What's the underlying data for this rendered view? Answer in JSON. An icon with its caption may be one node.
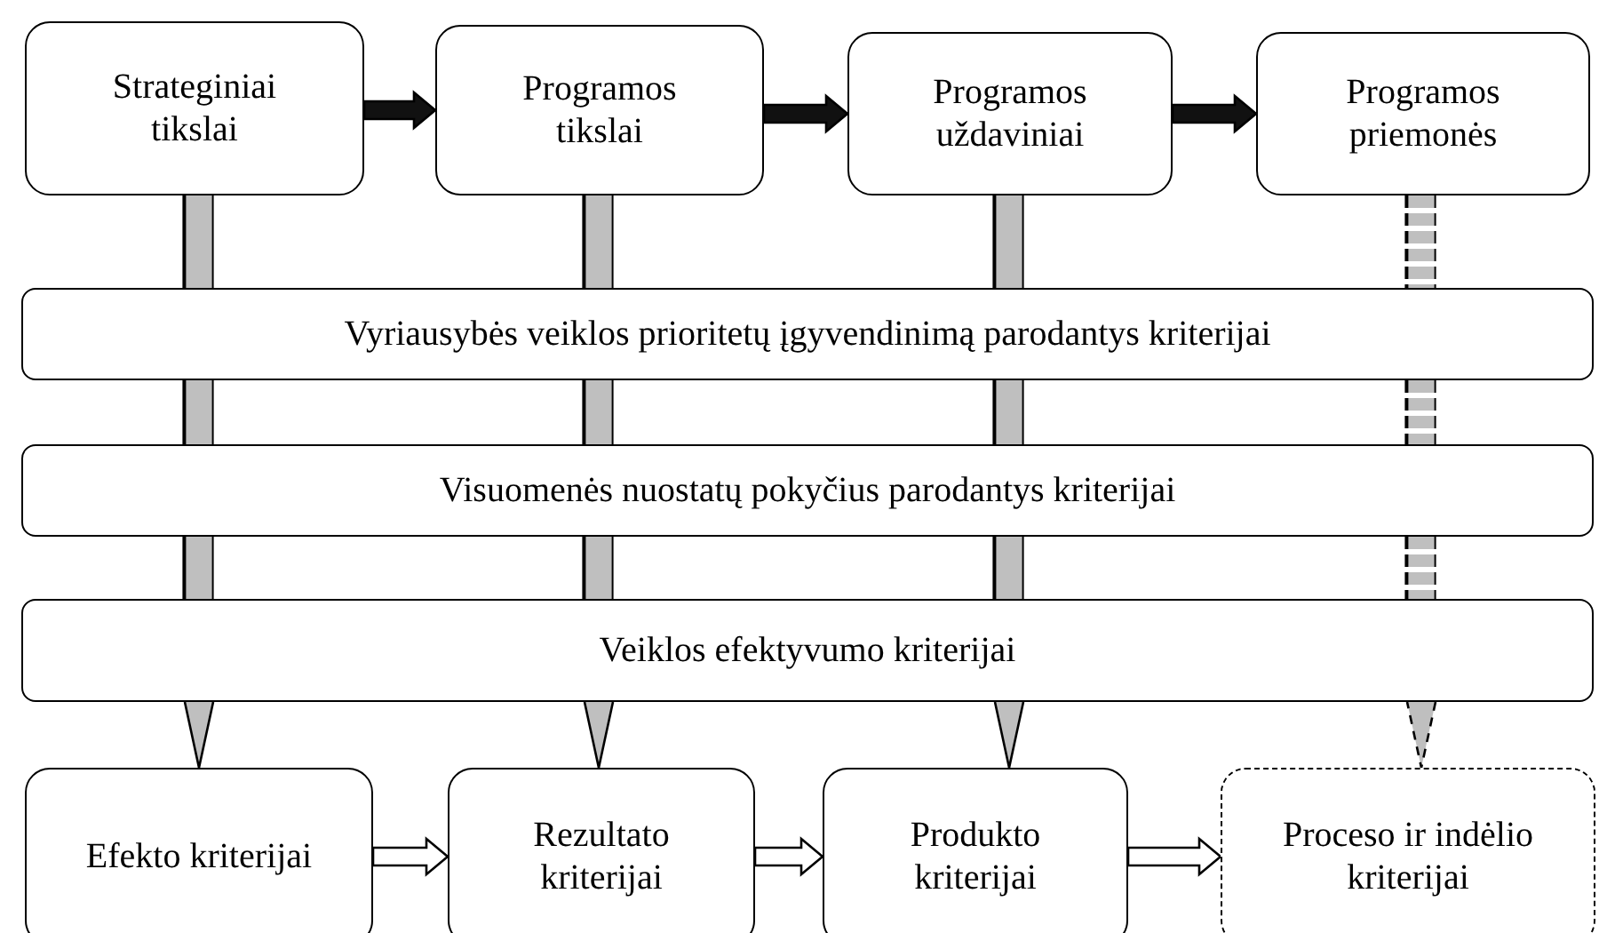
{
  "diagram": {
    "nodes": [
      {
        "text": [
          "Strateginiai tikslai"
        ]
      },
      {
        "text": [
          "Programos tikslai"
        ]
      },
      {
        "text": [
          "Programos uždaviniai"
        ]
      },
      {
        "text": [
          "Programos priemonės"
        ]
      },
      {
        "text": [
          "Vyriausybės veiklos prioritetų įgyvendinimą parodantys kriterijai"
        ]
      },
      {
        "text": [
          "Visuomenės nuostatų pokyčius parodantys kriterijai"
        ]
      },
      {
        "text": [
          "Veiklos efektyvumo kriterijai"
        ]
      },
      {
        "text": [
          "Efekto kriterijai"
        ]
      },
      {
        "text": [
          "Rezultato kriterijai"
        ]
      },
      {
        "text": [
          "Produkto kriterijai"
        ]
      },
      {
        "text": [
          "Proceso ir indėlio kriterijai"
        ]
      }
    ],
    "edges": [
      {
        "from": 0,
        "to": 1,
        "arrow": "to",
        "style": "thick"
      },
      {
        "from": 1,
        "to": 2,
        "arrow": "to",
        "style": "thick"
      },
      {
        "from": 2,
        "to": 3,
        "arrow": "to",
        "style": "thick"
      },
      {
        "from": 0,
        "to": 4,
        "arrow": "none",
        "color": "#bfbfbf"
      },
      {
        "from": 4,
        "to": 5,
        "arrow": "none",
        "color": "#bfbfbf"
      },
      {
        "from": 5,
        "to": 6,
        "arrow": "none",
        "color": "#bfbfbf"
      },
      {
        "from": 6,
        "to": 7,
        "arrow": "to",
        "color": "#bfbfbf"
      },
      {
        "from": 1,
        "to": 4,
        "arrow": "none",
        "color": "#bfbfbf"
      },
      {
        "from": 4,
        "to": 5,
        "arrow": "none",
        "color": "#bfbfbf"
      },
      {
        "from": 5,
        "to": 6,
        "arrow": "none",
        "color": "#bfbfbf"
      },
      {
        "from": 6,
        "to": 8,
        "arrow": "to",
        "color": "#bfbfbf"
      },
      {
        "from": 2,
        "to": 4,
        "arrow": "none",
        "color": "#bfbfbf"
      },
      {
        "from": 4,
        "to": 5,
        "arrow": "none",
        "color": "#bfbfbf"
      },
      {
        "from": 5,
        "to": 6,
        "arrow": "none",
        "color": "#bfbfbf"
      },
      {
        "from": 6,
        "to": 9,
        "arrow": "to",
        "color": "#bfbfbf"
      },
      {
        "from": 3,
        "to": 4,
        "arrow": "none",
        "style": "dashed",
        "color": "#bfbfbf"
      },
      {
        "from": 4,
        "to": 5,
        "arrow": "none",
        "style": "dashed",
        "color": "#bfbfbf"
      },
      {
        "from": 5,
        "to": 6,
        "arrow": "none",
        "style": "dashed",
        "color": "#bfbfbf"
      },
      {
        "from": 6,
        "to": 10,
        "arrow": "to",
        "style": "dashed",
        "color": "#bfbfbf"
      },
      {
        "from": 7,
        "to": 8,
        "arrow": "to"
      },
      {
        "from": 8,
        "to": 9,
        "arrow": "to"
      },
      {
        "from": 9,
        "to": 10,
        "arrow": "to"
      }
    ]
  }
}
